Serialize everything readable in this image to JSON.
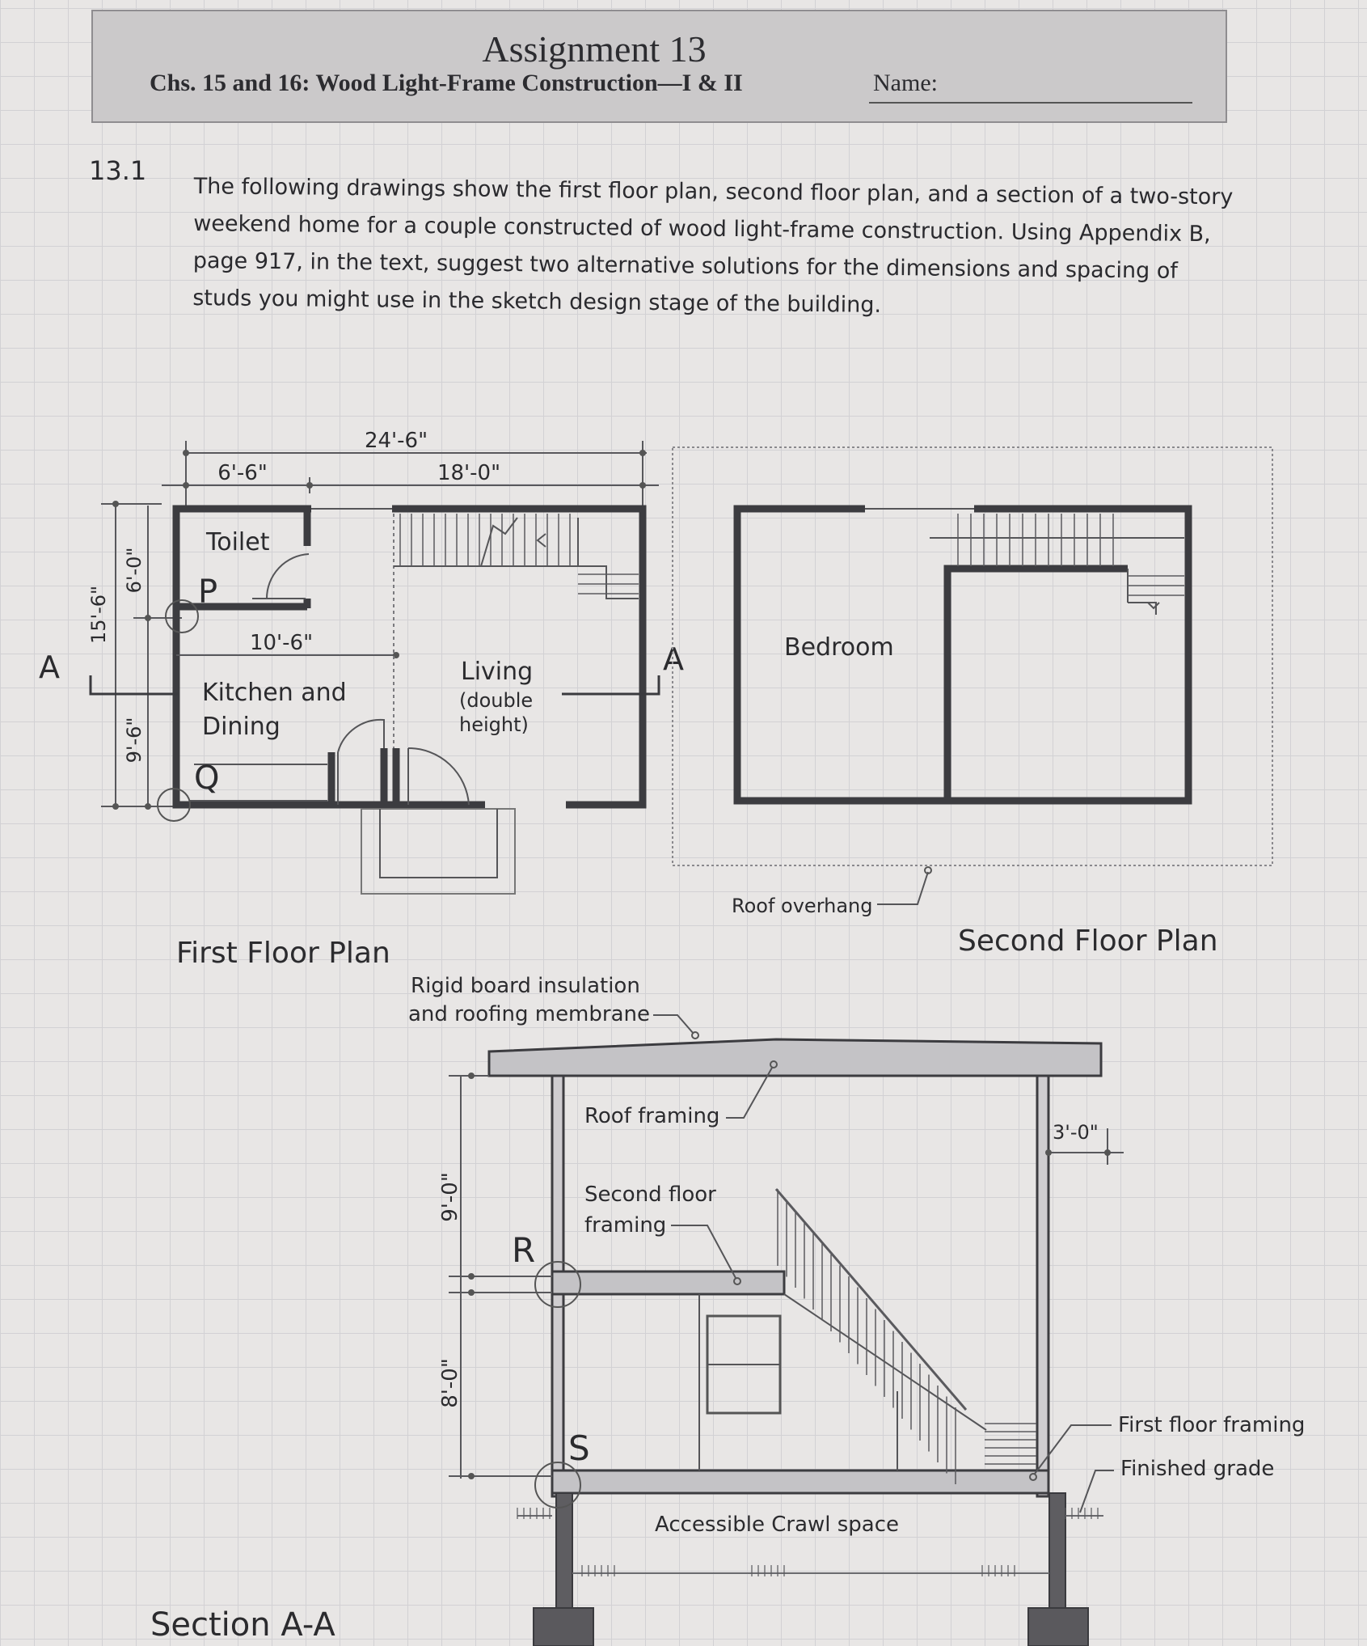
{
  "header": {
    "title": "Assignment 13",
    "subtitle": "Chs. 15 and 16: Wood Light-Frame Construction—I & II",
    "name_label": "Name:"
  },
  "question": {
    "number": "13.1",
    "lines": [
      "The following drawings show the first floor plan, second floor plan, and a section of a two-story",
      "weekend home for a couple constructed of wood light-frame construction. Using Appendix B,",
      "page 917, in the text, suggest two alternative solutions for the dimensions and spacing of",
      "studs you might use in the sketch design stage of the building."
    ]
  },
  "first_floor": {
    "caption": "First Floor Plan",
    "dims": {
      "overall": "24'-6\"",
      "left": "6'-6\"",
      "right": "18'-0\"",
      "total_depth": "15'-6\"",
      "upper_depth": "6'-0\"",
      "lower_depth": "9'-6\"",
      "partition": "10'-6\""
    },
    "rooms": {
      "toilet": "Toilet",
      "kitchen_line1": "Kitchen and",
      "kitchen_line2": "Dining",
      "living": "Living",
      "living_note1": "(double",
      "living_note2": "height)"
    },
    "markers": {
      "p": "P",
      "q": "Q",
      "section_left": "A",
      "section_right": "A"
    }
  },
  "second_floor": {
    "caption": "Second Floor Plan",
    "room": "Bedroom",
    "overhang": "Roof overhang"
  },
  "section": {
    "caption": "Section A-A",
    "insulation_line1": "Rigid board insulation",
    "insulation_line2": "and roofing membrane",
    "roof_framing": "Roof framing",
    "second_floor_line1": "Second floor",
    "second_floor_line2": "framing",
    "upper_height": "9'-0\"",
    "lower_height": "8'-0\"",
    "overhang_dim": "3'-0\"",
    "first_floor_framing": "First floor framing",
    "finished_grade": "Finished grade",
    "crawl": "Accessible Crawl space",
    "markers": {
      "r": "R",
      "s": "S"
    }
  }
}
